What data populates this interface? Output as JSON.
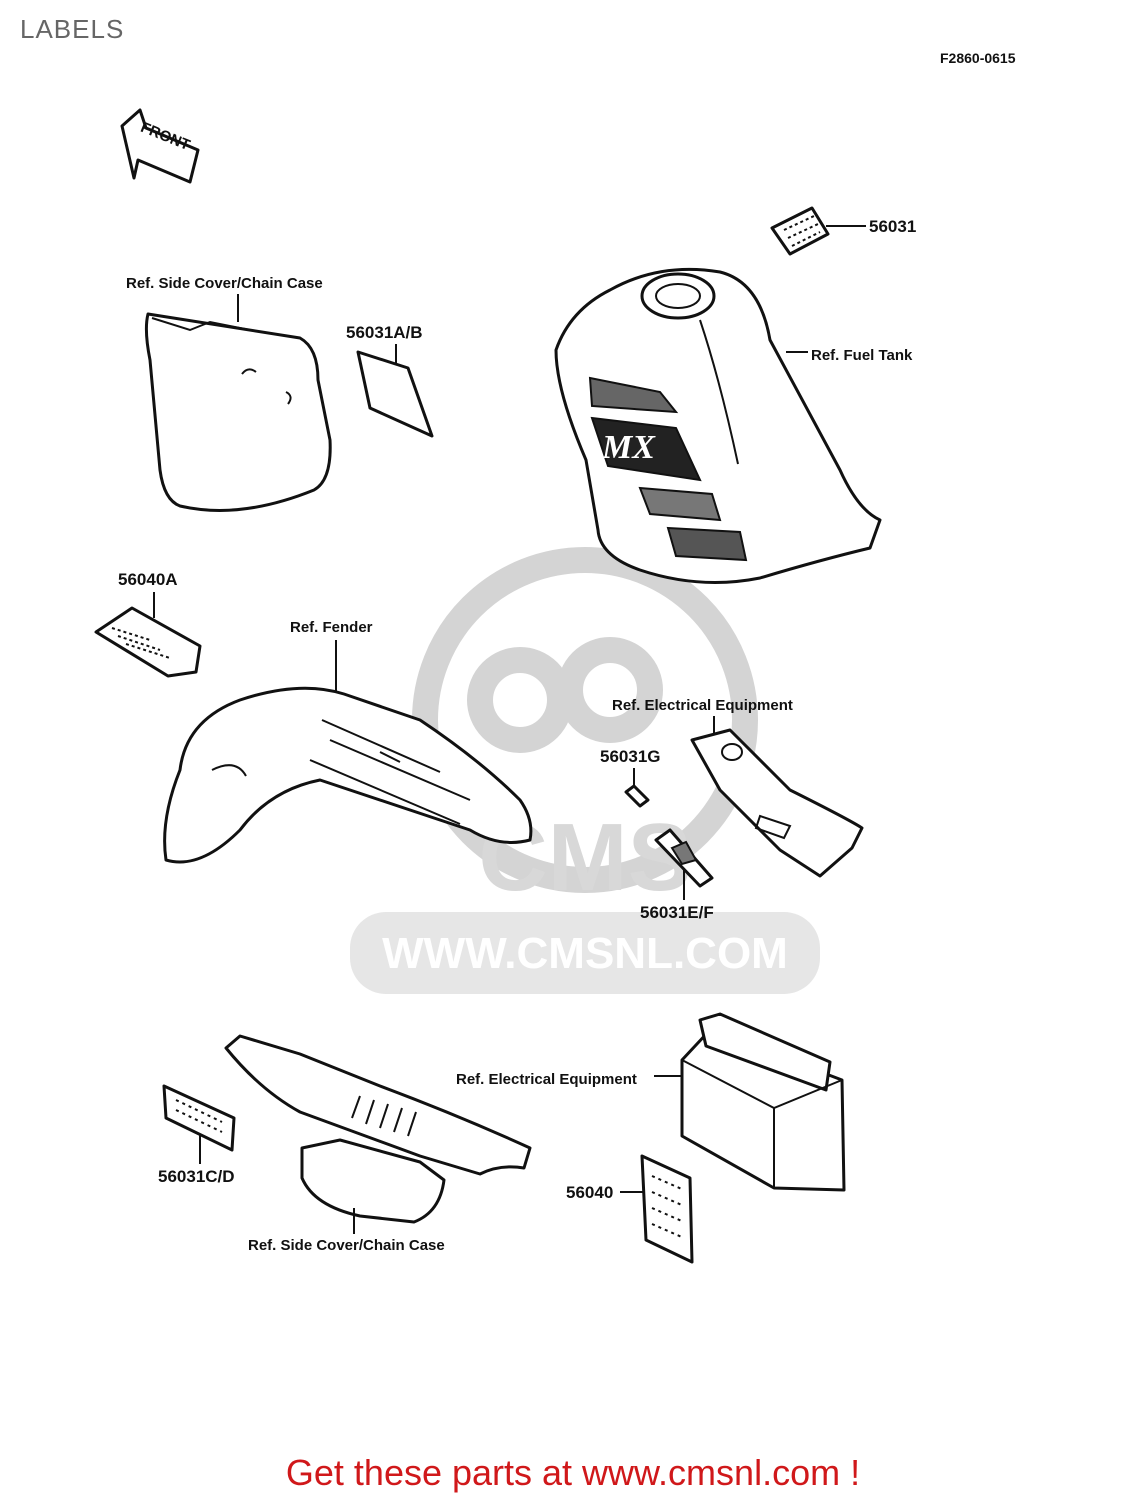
{
  "page": {
    "title": "LABELS",
    "diagram_id": "F2860-0615",
    "front_arrow_text": "FRONT",
    "footer": "Get these parts at www.cmsnl.com !"
  },
  "watermark": {
    "logo_text": "CMS",
    "url_text": "WWW.CMSNL.COM"
  },
  "references": {
    "side_cover_top": "Ref. Side Cover/Chain Case",
    "fuel_tank": "Ref. Fuel Tank",
    "fender": "Ref. Fender",
    "electrical_mid": "Ref. Electrical Equipment",
    "electrical_bottom": "Ref. Electrical Equipment",
    "side_cover_bottom": "Ref. Side Cover/Chain Case"
  },
  "parts": {
    "p56031": "56031",
    "p56031ab": "56031A/B",
    "p56040a": "56040A",
    "p56031g": "56031G",
    "p56031ef": "56031E/F",
    "p56031cd": "56031C/D",
    "p56040": "56040"
  },
  "tank_logo": "MX"
}
